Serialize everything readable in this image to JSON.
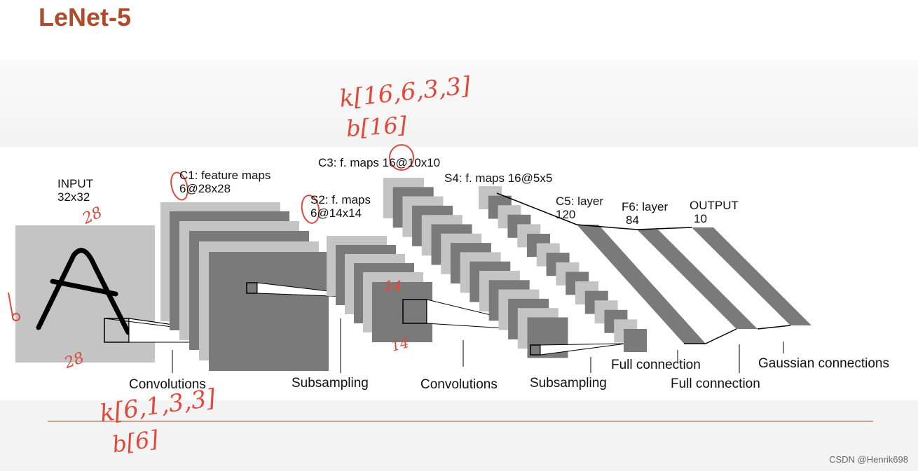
{
  "title": "LeNet-5",
  "layers": {
    "input": {
      "name": "INPUT",
      "size": "32x32"
    },
    "c1": {
      "name": "C1: feature maps",
      "size": "6@28x28"
    },
    "s2": {
      "name": "S2: f. maps",
      "size": "6@14x14"
    },
    "c3": {
      "name": "C3: f. maps 16@10x10"
    },
    "s4": {
      "name": "S4: f. maps 16@5x5"
    },
    "c5": {
      "name": "C5: layer",
      "size": "120"
    },
    "f6": {
      "name": "F6: layer",
      "size": "84"
    },
    "output": {
      "name": "OUTPUT",
      "size": "10"
    }
  },
  "operations": {
    "conv1": "Convolutions",
    "sub1": "Subsampling",
    "conv2": "Convolutions",
    "sub2": "Subsampling",
    "full1": "Full connection",
    "full2": "Full connection",
    "gauss": "Gaussian connections"
  },
  "annotations": {
    "k_c3": "k[16,6,3,3]",
    "b_c3": "b[16]",
    "k_c1": "k[6,1,3,3]",
    "b_c1": "b[6]",
    "n28_top": "28",
    "n28_bottom": "28",
    "n14_top": "14",
    "n14_bottom": "14",
    "n1": "1"
  },
  "watermark": "CSDN @Henrik698",
  "colors": {
    "title": "#b04a28",
    "handwriting": "#e0483a",
    "map_light": "#c4c4c4",
    "map_dark": "#7a7a7a"
  }
}
